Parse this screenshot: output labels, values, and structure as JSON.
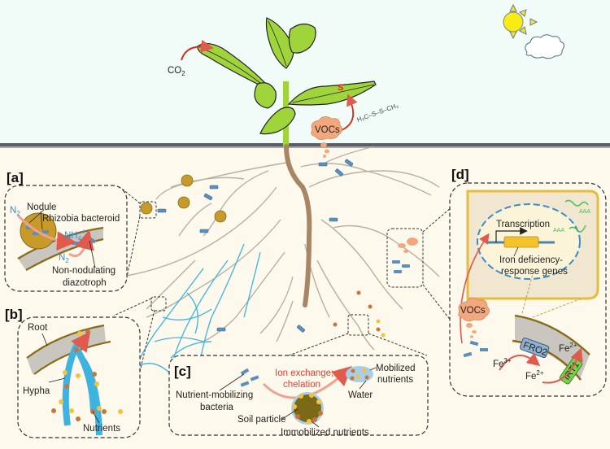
{
  "figure": {
    "sky": {
      "co2_label": "CO",
      "co2_sub": "2",
      "sulfur_label": "S",
      "vocs_label": "VOCs",
      "dms_formula": "H₃C–S–S–CH₃",
      "icons": [
        "sun-icon",
        "cloud-icon"
      ]
    },
    "panel_a": {
      "tag": "[a]",
      "nodule": "Nodule",
      "rhizobia": "Rhizobia bacteroid",
      "n2_top": "N",
      "n2_top_sub": "2",
      "n2_bottom": "N",
      "n2_bottom_sub": "2",
      "nh4": "NH",
      "nh4_sub": "4",
      "nh4_sup": "+",
      "diazotroph_line1": "Non-nodulating",
      "diazotroph_line2": "diazotroph"
    },
    "panel_b": {
      "tag": "[b]",
      "root": "Root",
      "hypha": "Hypha",
      "nutrients": "Nutrients"
    },
    "panel_c": {
      "tag": "[c]",
      "bacteria_line1": "Nutrient-mobilizing",
      "bacteria_line2": "bacteria",
      "process_line1": "Ion exchange;",
      "process_line2": "chelation",
      "mobilized_line1": "Mobilized",
      "mobilized_line2": "nutrients",
      "water": "Water",
      "soil_particle": "Soil particle",
      "immobilized": "Immobilized nutrients"
    },
    "panel_d": {
      "tag": "[d]",
      "transcription": "Transcription",
      "genes_line1": "Iron deficiency-",
      "genes_line2": "response genes",
      "polya_1": "AAA",
      "polya_2": "AAA",
      "vocs": "VOCs",
      "fro2": "FRO2",
      "irt1": "IRT1",
      "fe3": "Fe",
      "fe3_sup": "3+",
      "fe2_a": "Fe",
      "fe2_a_sup": "2+",
      "fe2_b": "Fe",
      "fe2_b_sup": "2+"
    },
    "colors": {
      "sky": "#f1fbf8",
      "soil": "#fdf9ec",
      "leaf": "#9fd43a",
      "taproot": "#a88664",
      "lateral_root": "#b9b0a4",
      "hypha": "#3fb3e0",
      "nodule": "#c89a2a",
      "bacterium": "#5b8fbf",
      "voc": "#f2a87c",
      "arrow_red": "#e05a4e",
      "nutrient_brown": "#c8743a",
      "nutrient_yellow": "#f3c43a"
    }
  }
}
